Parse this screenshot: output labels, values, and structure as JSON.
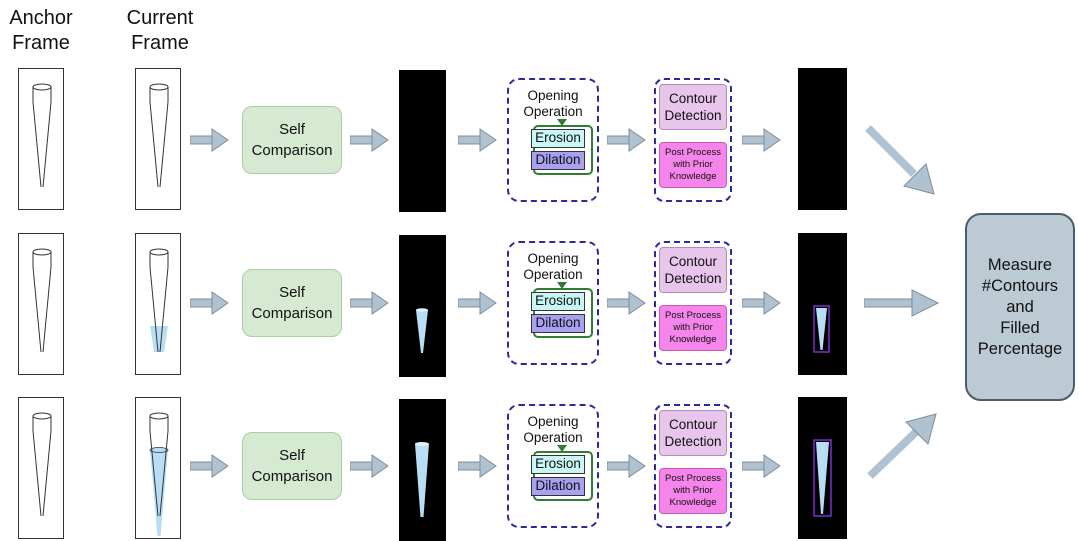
{
  "headers": {
    "anchor": "Anchor\nFrame",
    "current": "Current\nFrame"
  },
  "rows": [
    {
      "fill": "none",
      "self_label": "Self\nComparison",
      "opening_title": "Opening\nOperation",
      "erosion": "Erosion",
      "dilation": "Dilation",
      "contour_detection": "Contour\nDetection",
      "post_process": "Post Process\nwith Prior\nKnowledge"
    },
    {
      "fill": "partial",
      "self_label": "Self\nComparison",
      "opening_title": "Opening\nOperation",
      "erosion": "Erosion",
      "dilation": "Dilation",
      "contour_detection": "Contour\nDetection",
      "post_process": "Post Process\nwith Prior\nKnowledge"
    },
    {
      "fill": "full",
      "self_label": "Self\nComparison",
      "opening_title": "Opening\nOperation",
      "erosion": "Erosion",
      "dilation": "Dilation",
      "contour_detection": "Contour\nDetection",
      "post_process": "Post Process\nwith Prior\nKnowledge"
    }
  ],
  "measure": "Measure\n#Contours\nand\nFilled\nPercentage",
  "colors": {
    "liquid": "#b8def5",
    "self_box": "#d6ead2",
    "erosion": "#c8f7f5",
    "dilation": "#a8a0f0",
    "contour_detection": "#e8c6ec",
    "post_process": "#f585ea",
    "measure_box": "#bccad4",
    "arrow": "#b0c2cf",
    "dashed_border": "#2a2a9a",
    "contour_bbox": "#7b2fd0"
  }
}
